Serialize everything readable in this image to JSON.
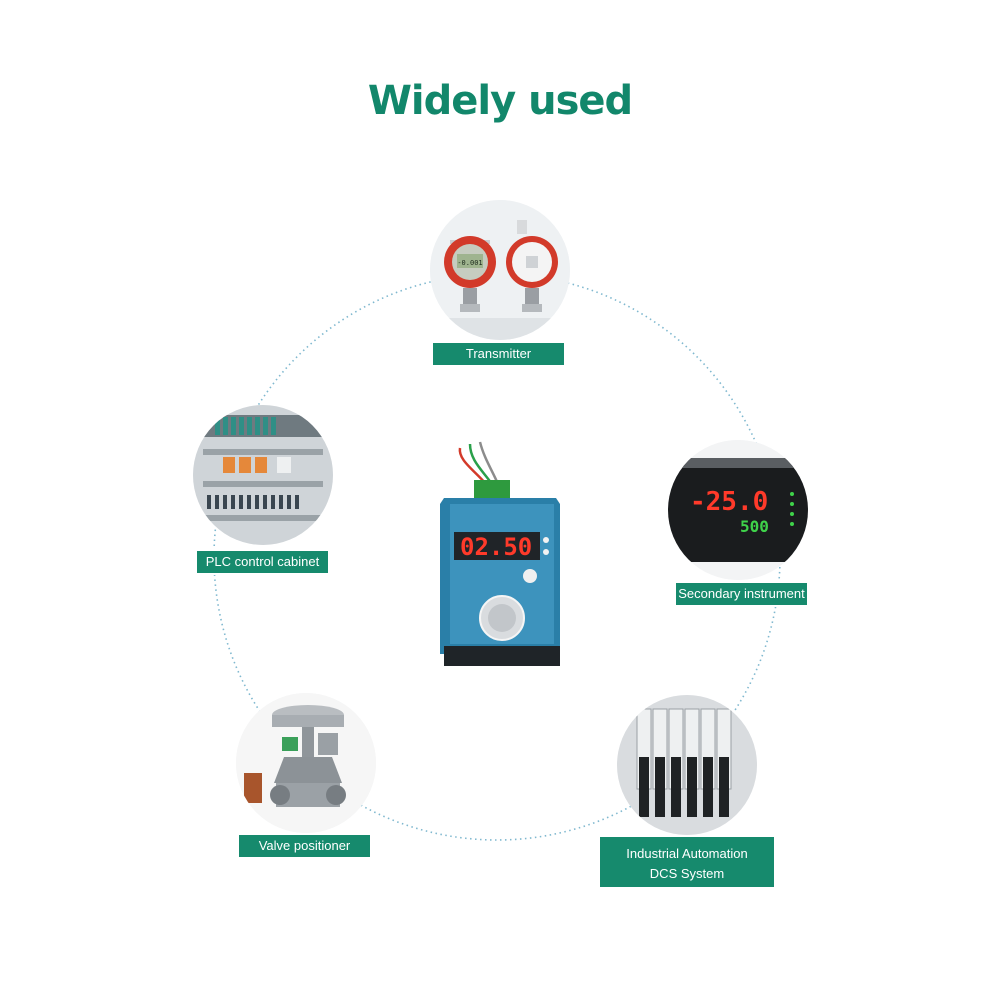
{
  "page": {
    "title": "Widely used"
  },
  "colors": {
    "accent": "#12876b",
    "label_bg": "#168a6d",
    "ring": "#7fb8cf"
  },
  "center_device": {
    "display_value": "02.50",
    "icon": "signal-generator-icon"
  },
  "nodes": [
    {
      "id": "transmitter",
      "label": "Transmitter",
      "icon": "pressure-transmitter-icon",
      "display_value": "-0.001"
    },
    {
      "id": "plc",
      "label": "PLC control cabinet",
      "icon": "plc-cabinet-icon"
    },
    {
      "id": "secondary",
      "label": "Secondary instrument",
      "icon": "digital-panel-meter-icon",
      "display_value_1": "-25.0",
      "display_value_2": "500"
    },
    {
      "id": "valve",
      "label": "Valve positioner",
      "icon": "control-valve-icon"
    },
    {
      "id": "dcs",
      "label_line1": "Industrial Automation",
      "label_line2": "DCS System",
      "icon": "dcs-rack-icon"
    }
  ]
}
